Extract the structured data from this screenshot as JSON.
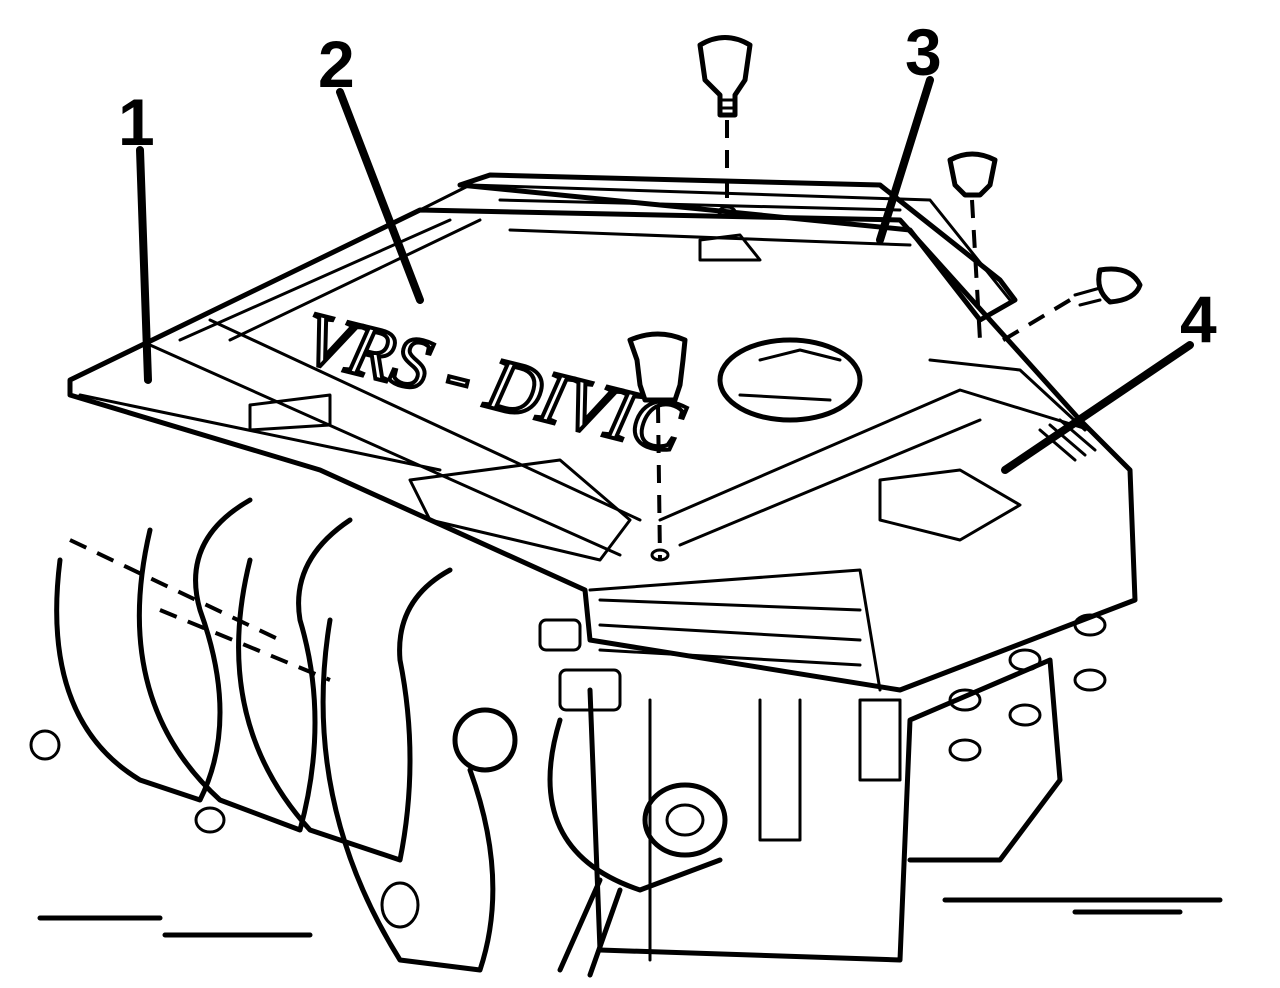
{
  "callouts": [
    {
      "id": "1",
      "label": "1"
    },
    {
      "id": "2",
      "label": "2"
    },
    {
      "id": "3",
      "label": "3"
    },
    {
      "id": "4",
      "label": "4"
    }
  ],
  "cover_marking": "VRS - DIVIC"
}
